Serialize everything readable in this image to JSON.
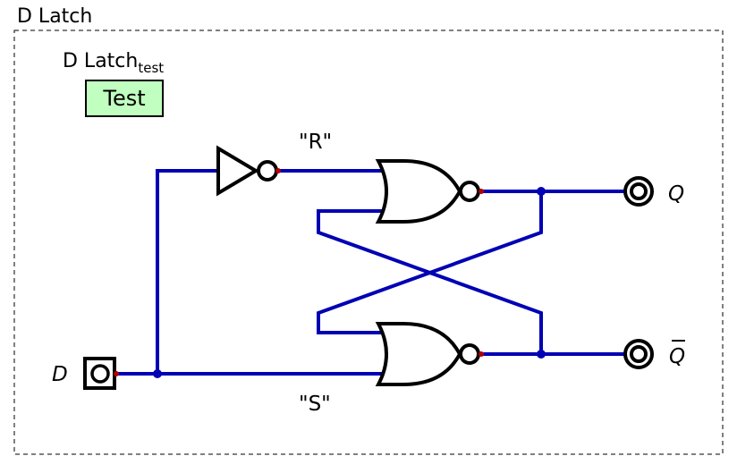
{
  "frame": {
    "title": "D Latch"
  },
  "test": {
    "label": "D Latch",
    "label_sub": "test",
    "button_label": "Test"
  },
  "signals": {
    "r_label": "\"R\"",
    "s_label": "\"S\""
  },
  "pins": {
    "input_d": "D",
    "output_q": "Q",
    "output_qbar": "Q"
  },
  "colors": {
    "wire": "#0000b4",
    "pin_tip": "#b40000",
    "test_fill": "#c0ffc0"
  }
}
